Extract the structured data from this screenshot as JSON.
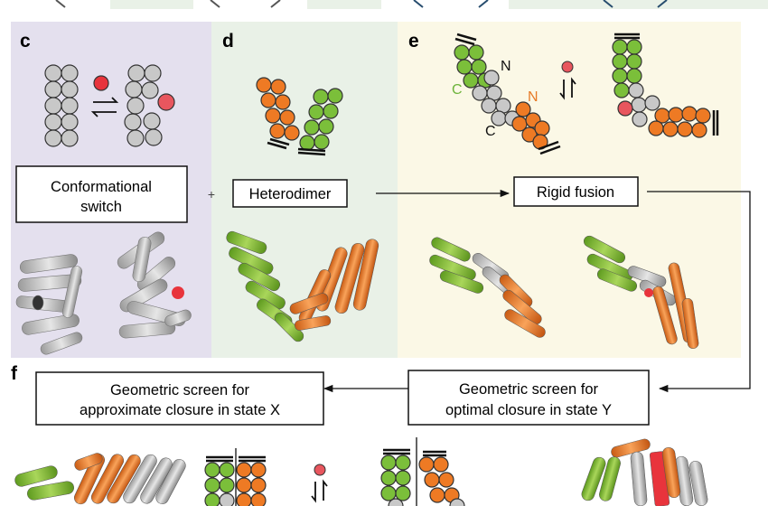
{
  "panels": {
    "c": {
      "letter": "c",
      "label_box": "Conformational switch",
      "label_lines": [
        "Conformational",
        "switch"
      ]
    },
    "d": {
      "letter": "d",
      "label_box": "Heterodimer"
    },
    "e": {
      "letter": "e",
      "label_box": "Rigid fusion",
      "termini": {
        "n1": "N",
        "c1": "C",
        "n2": "N",
        "c2": "C"
      }
    },
    "f": {
      "letter": "f",
      "screen_x_lines": [
        "Geometric screen for",
        "approximate closure in state X"
      ],
      "screen_y_lines": [
        "Geometric screen for",
        "optimal closure in state Y"
      ]
    }
  },
  "connectors": {
    "plus": "+"
  },
  "colors": {
    "panel_c_bg": "#e4e0ee",
    "panel_d_bg": "#e9f1e7",
    "panel_e_bg": "#fbf8e6",
    "green": "#7bbf3a",
    "orange": "#ee7a24",
    "grey": "#c8c8c8",
    "red": "#e8343c",
    "text_green": "#6cb33a",
    "text_orange": "#e77a27"
  },
  "icons": [
    "equilibrium-arrows-icon",
    "ligand-dot-icon",
    "helix-bundle-icon",
    "protein-cartoon-icon"
  ]
}
